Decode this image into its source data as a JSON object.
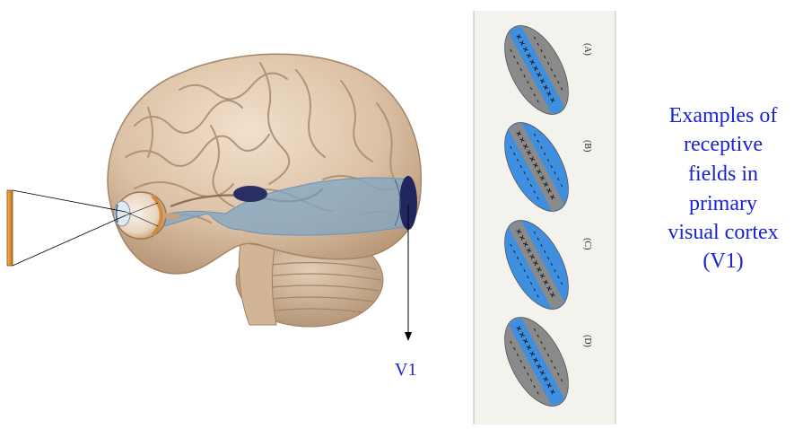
{
  "v1_label": "V1",
  "caption": {
    "lines": [
      "Examples of",
      "receptive",
      "fields in",
      "primary",
      "visual cortex",
      "(V1)"
    ]
  },
  "receptive_fields": [
    {
      "label": "(A)",
      "outer_color": "gray",
      "inner_color": "blue"
    },
    {
      "label": "(B)",
      "outer_color": "blue",
      "inner_color": "gray"
    },
    {
      "label": "(C)",
      "outer_color": "blue",
      "inner_color": "gray"
    },
    {
      "label": "(D)",
      "outer_color": "gray",
      "inner_color": "blue"
    }
  ],
  "colors": {
    "text_blue": "#1a22d6",
    "rf_blue": "#3f8fe0",
    "rf_gray": "#8a8a8a",
    "brain": "#dcc2a6",
    "visual_pathway": "#7fa6c4",
    "v1_region": "#23265e",
    "stimulus_bar": "#e0902a"
  }
}
